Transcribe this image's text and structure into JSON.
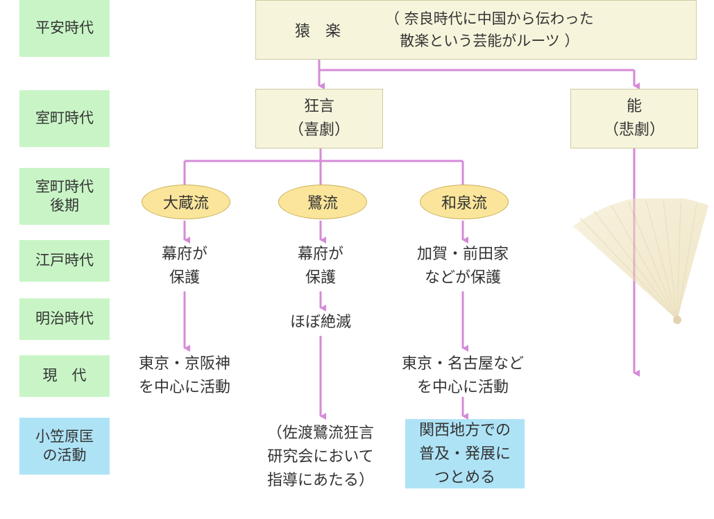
{
  "eras": {
    "heian": "平安時代",
    "muromachi": "室町時代",
    "muromachi_late_1": "室町時代",
    "muromachi_late_2": "後期",
    "edo": "江戸時代",
    "meiji": "明治時代",
    "gendai": "現　代",
    "ogasawara_1": "小笠原匡",
    "ogasawara_2": "の活動"
  },
  "sarugaku": {
    "title": "猿　楽",
    "note_1": "（ 奈良時代に中国から伝わった",
    "note_2": "散楽という芸能がルーツ ）"
  },
  "kyogen": {
    "line1": "狂言",
    "line2": "（喜劇）"
  },
  "noh": {
    "line1": "能",
    "line2": "（悲劇）"
  },
  "schools": {
    "okura": "大蔵流",
    "sagi": "鷺流",
    "izumi": "和泉流"
  },
  "okura": {
    "edo_1": "幕府が",
    "edo_2": "保護",
    "gendai_1": "東京・京阪神",
    "gendai_2": "を中心に活動"
  },
  "sagi": {
    "edo_1": "幕府が",
    "edo_2": "保護",
    "meiji": "ほぼ絶滅",
    "activity_1": "（佐渡鷺流狂言",
    "activity_2": "研究会において",
    "activity_3": "指導にあたる）"
  },
  "izumi": {
    "edo_1": "加賀・前田家",
    "edo_2": "などが保護",
    "gendai_1": "東京・名古屋など",
    "gendai_2": "を中心に活動",
    "activity_1": "関西地方での",
    "activity_2": "普及・発展に",
    "activity_3": "つとめる"
  },
  "colors": {
    "era_green": "#c9f5c6",
    "era_blue": "#aee3f6",
    "box_fill": "#f7f4dc",
    "oval_fill": "#fbe59a",
    "connector": "#d58ad8",
    "highlight": "#aee3f6"
  },
  "decoration": {
    "fan_icon": "folding-fan-icon"
  }
}
